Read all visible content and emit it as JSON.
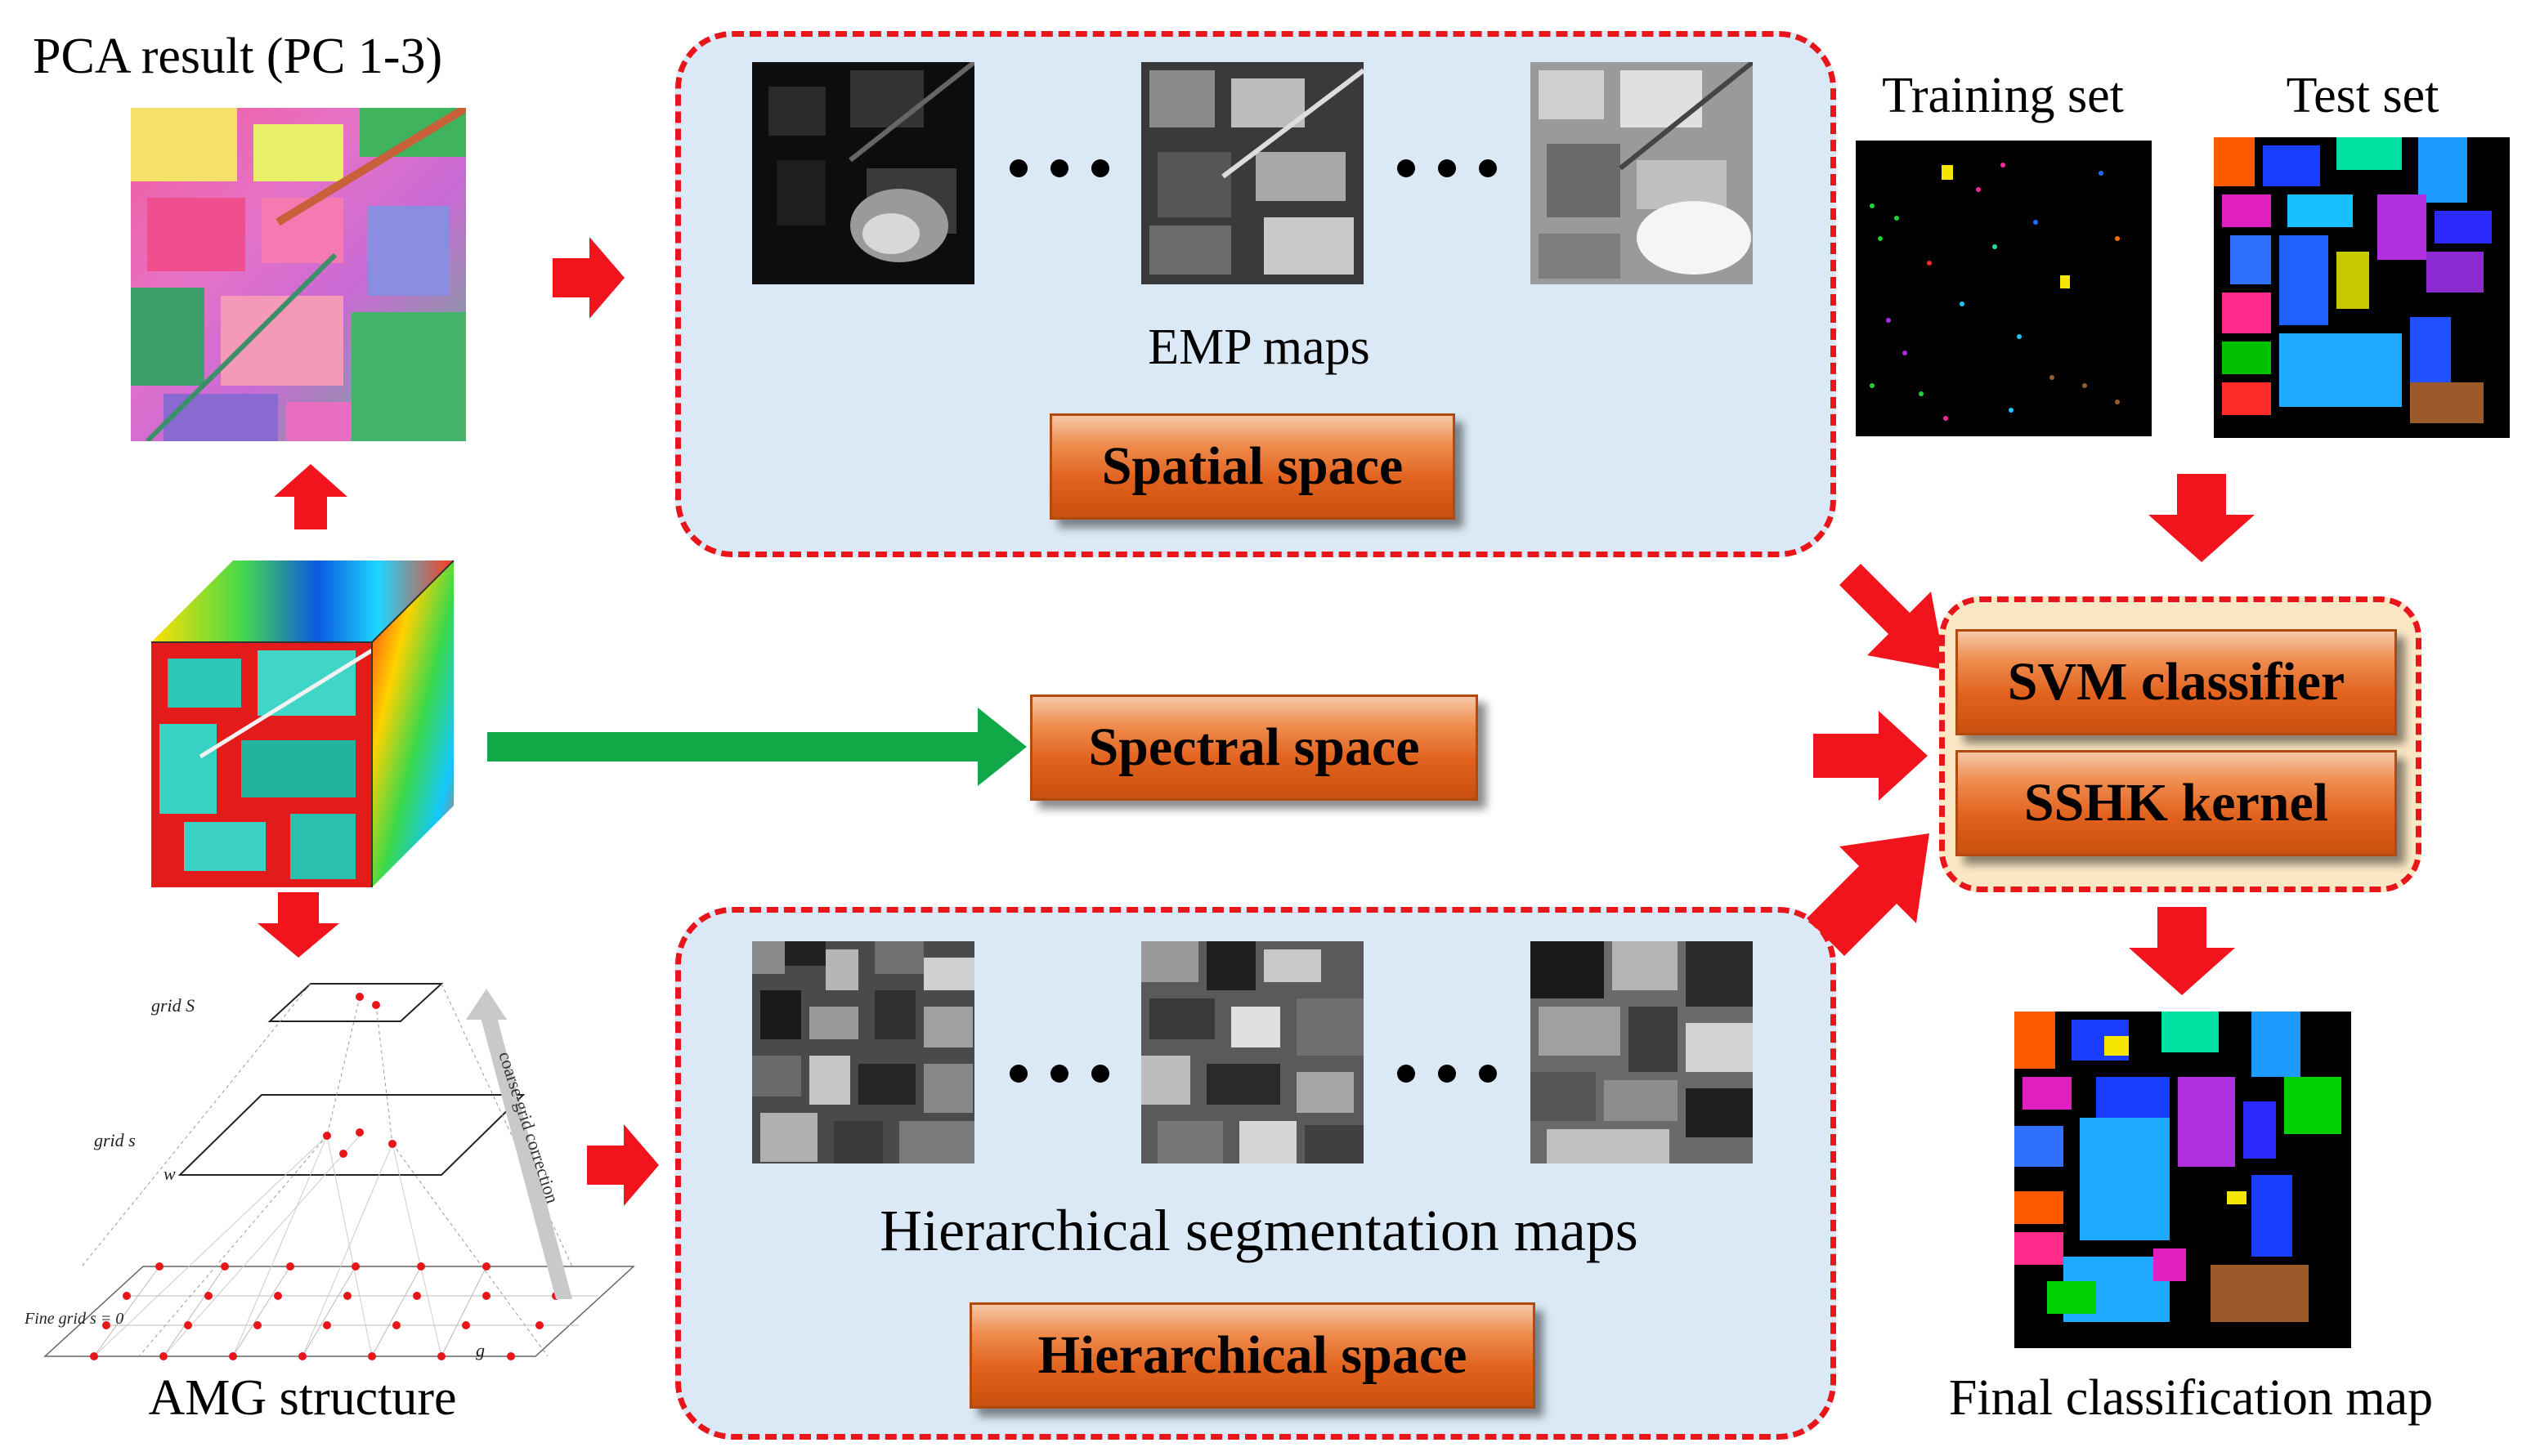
{
  "left": {
    "pca_caption": "PCA result (PC 1-3)",
    "amg_caption": "AMG structure",
    "amg_labels": {
      "grid_S": "grid S",
      "grid_s": "grid s",
      "weight": "w",
      "fine_grid": "Fine grid s = 0",
      "g_label": "g",
      "correction": "coarse-grid correction"
    }
  },
  "spatial_panel": {
    "caption": "EMP maps",
    "button": "Spatial space"
  },
  "spectral": {
    "button": "Spectral space"
  },
  "hierarchical_panel": {
    "caption": "Hierarchical segmentation maps",
    "button": "Hierarchical space"
  },
  "right": {
    "training_caption": "Training set",
    "test_caption": "Test set",
    "svm_label": "SVM classifier",
    "kernel_label": "SSHK kernel",
    "final_caption": "Final classification map"
  },
  "colors": {
    "arrow_red": "#f2141c",
    "arrow_green": "#11a848",
    "panel_fill": "#dbe9f6",
    "dash_red": "#e8151b"
  }
}
